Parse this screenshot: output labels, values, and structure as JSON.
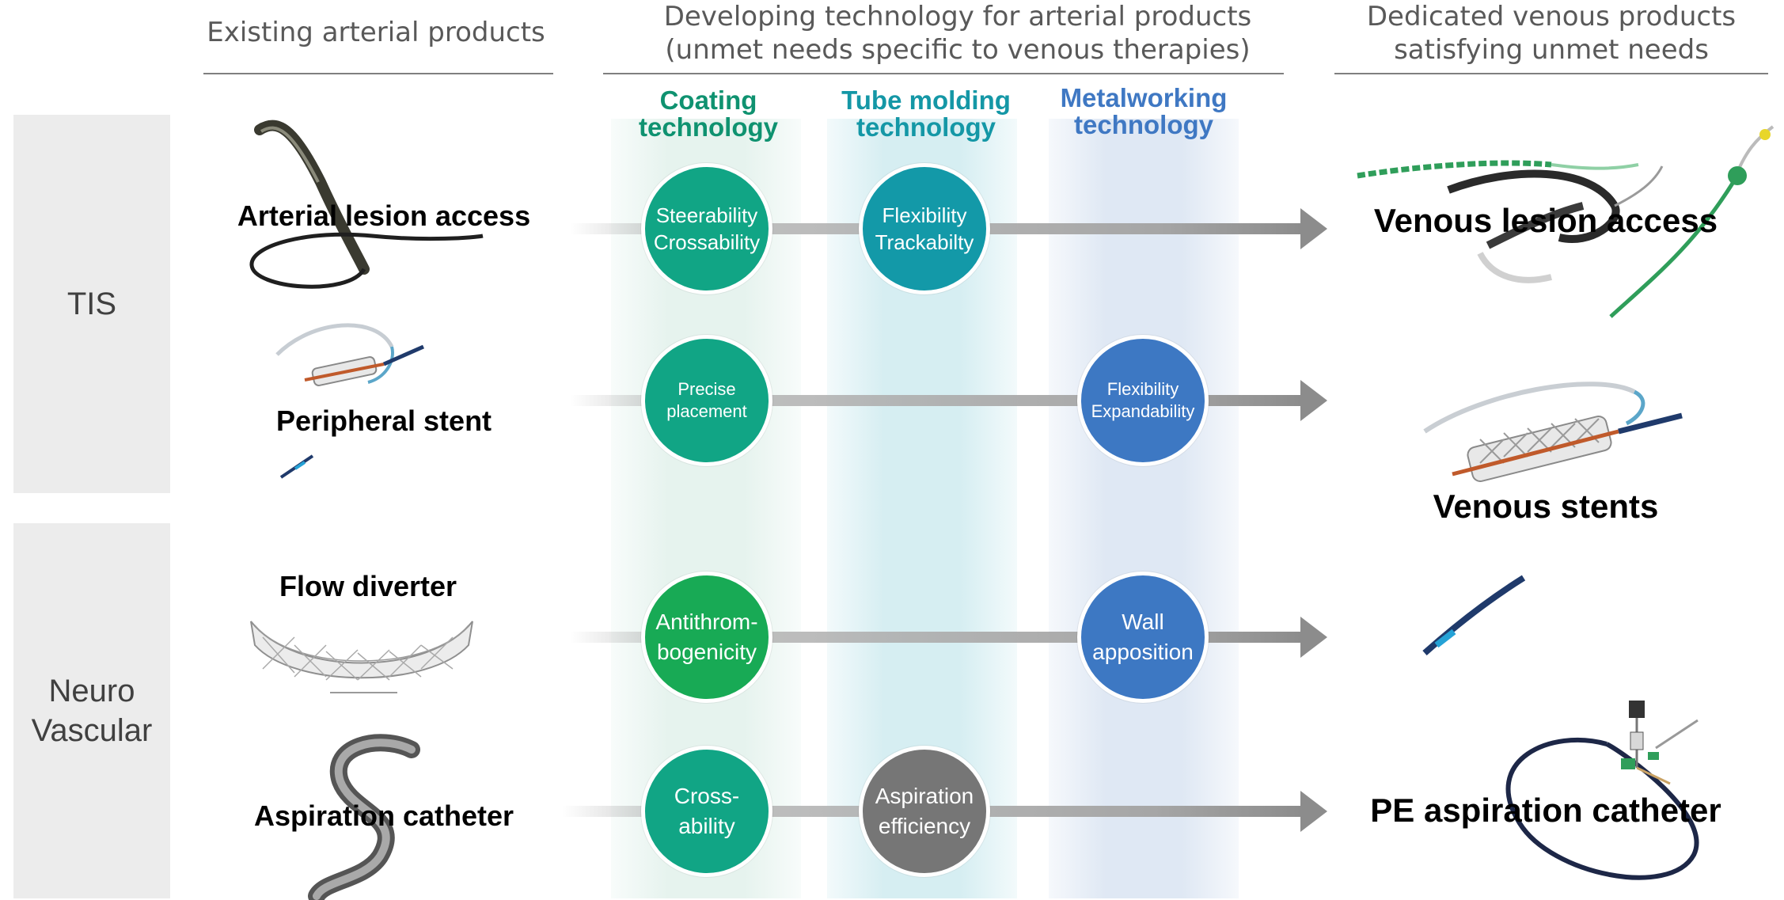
{
  "headers": {
    "existing": "Existing arterial products",
    "developing_line1": "Developing technology for arterial products",
    "developing_line2": "(unmet needs specific to venous therapies)",
    "dedicated_line1": "Dedicated venous products",
    "dedicated_line2": "satisfying unmet needs"
  },
  "categories": [
    {
      "label": "TIS"
    },
    {
      "label": "Neuro\nVascular"
    }
  ],
  "technologies": [
    {
      "label": "Coating\ntechnology",
      "color": "#0f9270"
    },
    {
      "label": "Tube molding\ntechnology",
      "color": "#1497a6"
    },
    {
      "label": "Metalworking\ntechnology",
      "color": "#3f78c3"
    }
  ],
  "arterial_products": [
    "Arterial lesion access",
    "Peripheral stent",
    "Flow diverter",
    "Aspiration catheter"
  ],
  "venous_products": [
    "Venous lesion access",
    "Venous stents",
    "PE aspiration catheter"
  ],
  "circles": {
    "row1_coating": "Steerability\nCrossability",
    "row1_tube": "Flexibility\nTrackabilty",
    "row2_coating": "Precise\nplacement",
    "row2_metal": "Flexibility\nExpandability",
    "row3_coating": "Antithrom-\nbogenicity",
    "row3_metal": "Wall\napposition",
    "row4_coating": "Cross-\nability",
    "row4_tube": "Aspiration\nefficiency"
  },
  "colors": {
    "coating_circle": "#11a585",
    "coating_circle_antithrombo": "#18aa55",
    "tube_circle": "#1399a8",
    "metal_circle": "#3d78c3",
    "aspiration_circle": "#767676",
    "category_box": "#ececec",
    "arrow": "#8c8c8c"
  }
}
